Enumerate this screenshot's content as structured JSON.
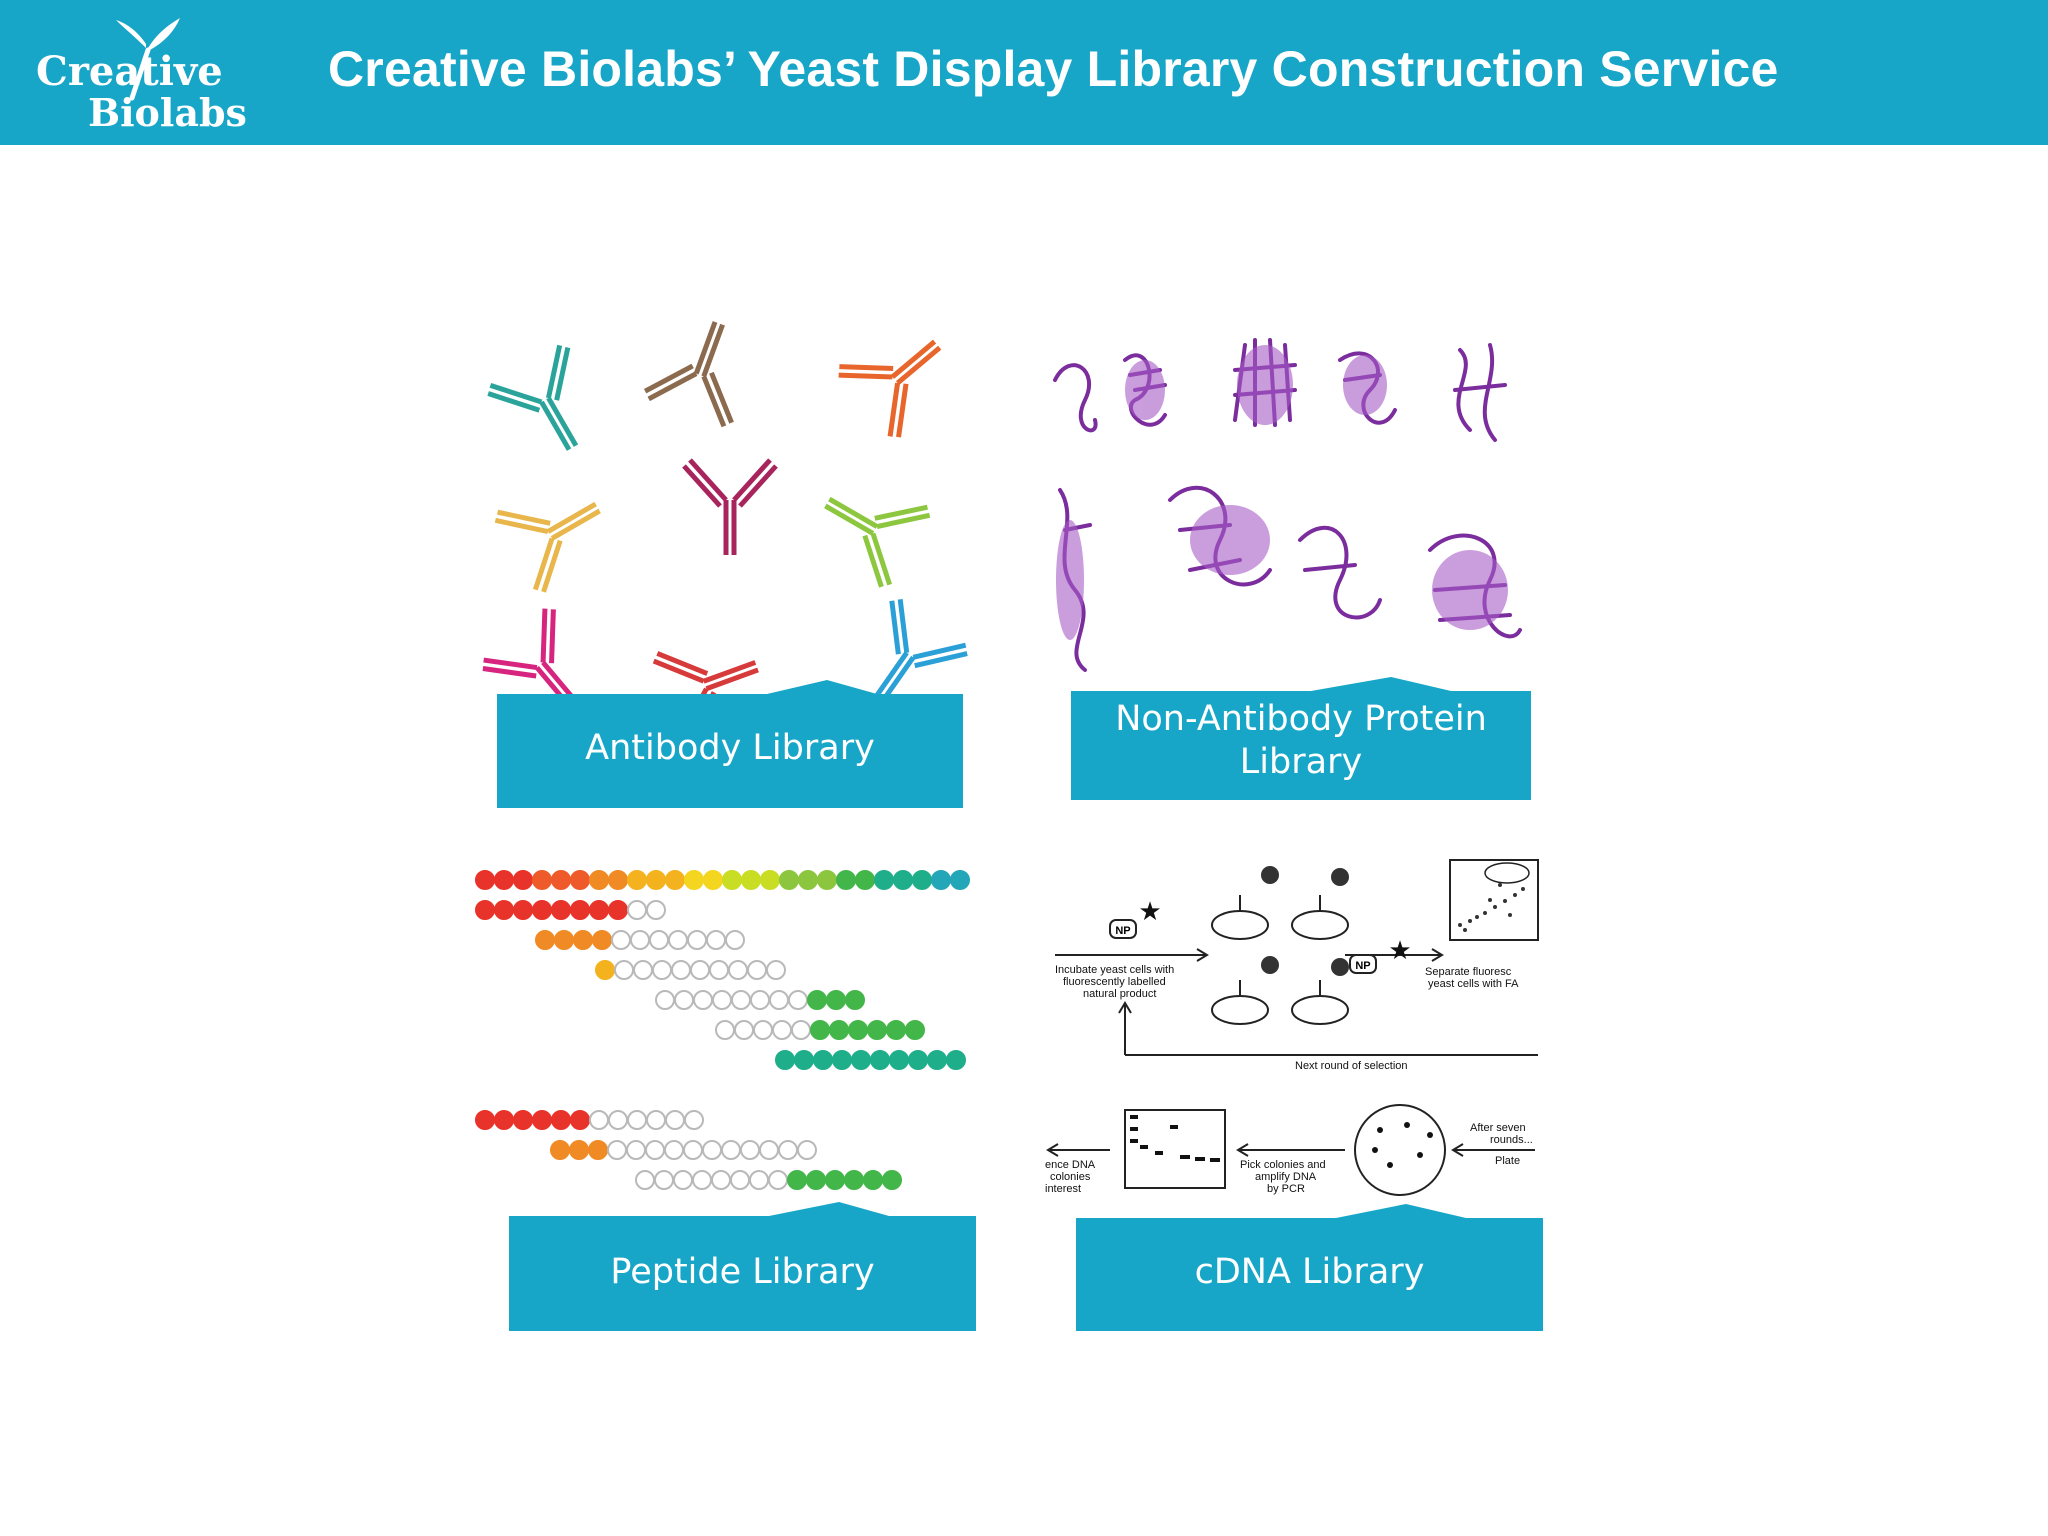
{
  "header": {
    "logo_text_line1": "Creative",
    "logo_text_line2": "Biolabs",
    "title": "Creative Biolabs’ Yeast Display Library Construction Service"
  },
  "colors": {
    "brand": "#17a6c7",
    "text_on_brand": "#ffffff"
  },
  "cards": [
    {
      "label": "Antibody Library"
    },
    {
      "label_line1": "Non-Antibody Protein",
      "label_line2": "Library"
    },
    {
      "label": "Peptide Library"
    },
    {
      "label": "cDNA Library"
    }
  ],
  "cdna_diagram": {
    "np_tag": "NP",
    "incubate_text": [
      "Incubate yeast cells with",
      "fluorescently labelled",
      "natural product"
    ],
    "separate_text": [
      "Separate fluoresc",
      "yeast cells with FA"
    ],
    "next_round_text": "Next round of selection",
    "after_text": [
      "After seven",
      "rounds..."
    ],
    "plate_text": "Plate",
    "pick_text": [
      "Pick colonies and",
      "amplify DNA",
      "by PCR"
    ],
    "sequence_text": [
      "ence DNA",
      "colonies",
      "interest"
    ]
  }
}
